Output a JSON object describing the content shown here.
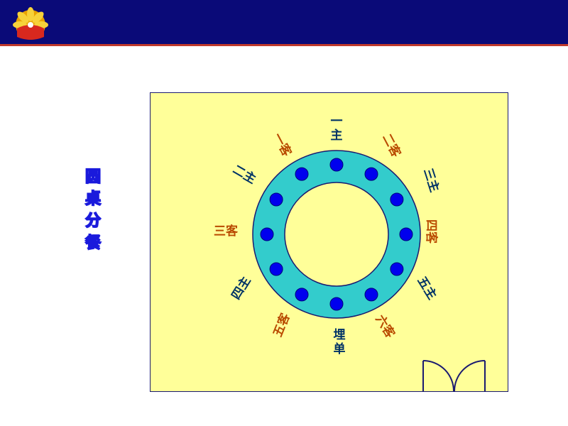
{
  "colors": {
    "header_bg": "#0a0a78",
    "header_rule": "#c0392b",
    "room_bg": "#ffff99",
    "table_ring": "#33cccc",
    "seat_fill": "#0000ee",
    "host_label": "#003366",
    "guest_label": "#b94a00"
  },
  "header": {
    "logo_icon": "petal-shell-logo-icon"
  },
  "title": {
    "chars": [
      "圆",
      "桌",
      "分",
      "餐"
    ]
  },
  "diagram": {
    "seat_count": 12,
    "labels": [
      {
        "id": "top",
        "text": "一主",
        "role": "host",
        "vertical": true
      },
      {
        "id": "upper-left",
        "text": "一客",
        "role": "guest"
      },
      {
        "id": "upper-right",
        "text": "二客",
        "role": "guest"
      },
      {
        "id": "left-top",
        "text": "二主",
        "role": "host"
      },
      {
        "id": "right-top",
        "text": "三主",
        "role": "host"
      },
      {
        "id": "left",
        "text": "三客",
        "role": "guest"
      },
      {
        "id": "right",
        "text": "四客",
        "role": "guest"
      },
      {
        "id": "left-bottom",
        "text": "四主",
        "role": "host"
      },
      {
        "id": "right-bottom",
        "text": "五主",
        "role": "host"
      },
      {
        "id": "lower-left",
        "text": "五客",
        "role": "guest"
      },
      {
        "id": "lower-right",
        "text": "六客",
        "role": "guest"
      },
      {
        "id": "bottom",
        "text": "埋单",
        "role": "host",
        "vertical": true
      }
    ]
  }
}
